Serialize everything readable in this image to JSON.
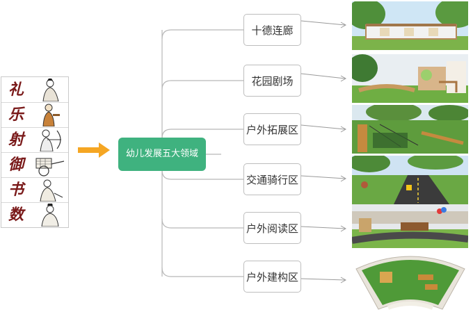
{
  "six_arts": [
    {
      "char": "礼",
      "icon": "scholar-figure-icon"
    },
    {
      "char": "乐",
      "icon": "musician-figure-icon"
    },
    {
      "char": "射",
      "icon": "archer-figure-icon"
    },
    {
      "char": "御",
      "icon": "chariot-icon"
    },
    {
      "char": "书",
      "icon": "calligrapher-figure-icon"
    },
    {
      "char": "数",
      "icon": "mathematician-figure-icon"
    }
  ],
  "center_node": {
    "label": "幼儿发展五大领域",
    "color": "#3fb27f"
  },
  "areas": [
    {
      "label": "十德连廊",
      "photo": "corridor-photo"
    },
    {
      "label": "花园剧场",
      "photo": "garden-theater-photo"
    },
    {
      "label": "户外拓展区",
      "photo": "outdoor-expansion-photo"
    },
    {
      "label": "交通骑行区",
      "photo": "cycling-area-photo"
    },
    {
      "label": "户外阅读区",
      "photo": "outdoor-reading-photo"
    },
    {
      "label": "户外建构区",
      "photo": "construction-area-photo"
    }
  ],
  "colors": {
    "arrow": "#f5a623",
    "connector": "#b8b8b8",
    "node": "#3fb27f",
    "art_text": "#7a1a1a"
  }
}
